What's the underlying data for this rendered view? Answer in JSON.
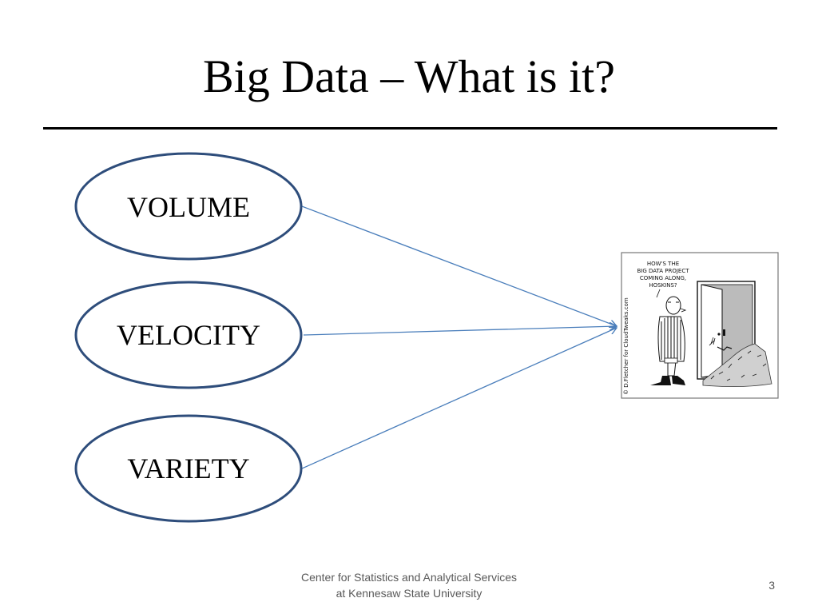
{
  "slide": {
    "title": "Big Data – What is it?",
    "footer_line1": "Center for Statistics and Analytical Services",
    "footer_line2": "at Kennesaw State University",
    "page_number": "3"
  },
  "diagram": {
    "nodes": [
      {
        "id": "volume",
        "label": "VOLUME"
      },
      {
        "id": "velocity",
        "label": "VELOCITY"
      },
      {
        "id": "variety",
        "label": "VARIETY"
      }
    ],
    "target": "cartoon",
    "node_border_color": "#2e4d7b",
    "arrow_color": "#4a7ebb"
  },
  "cartoon": {
    "speech_line1": "HOW'S THE",
    "speech_line2": "BIG DATA PROJECT",
    "speech_line3": "COMING ALONG,",
    "speech_line4": "HOSKINS?",
    "credit": "© D.Fletcher for CloudTweaks.com"
  }
}
